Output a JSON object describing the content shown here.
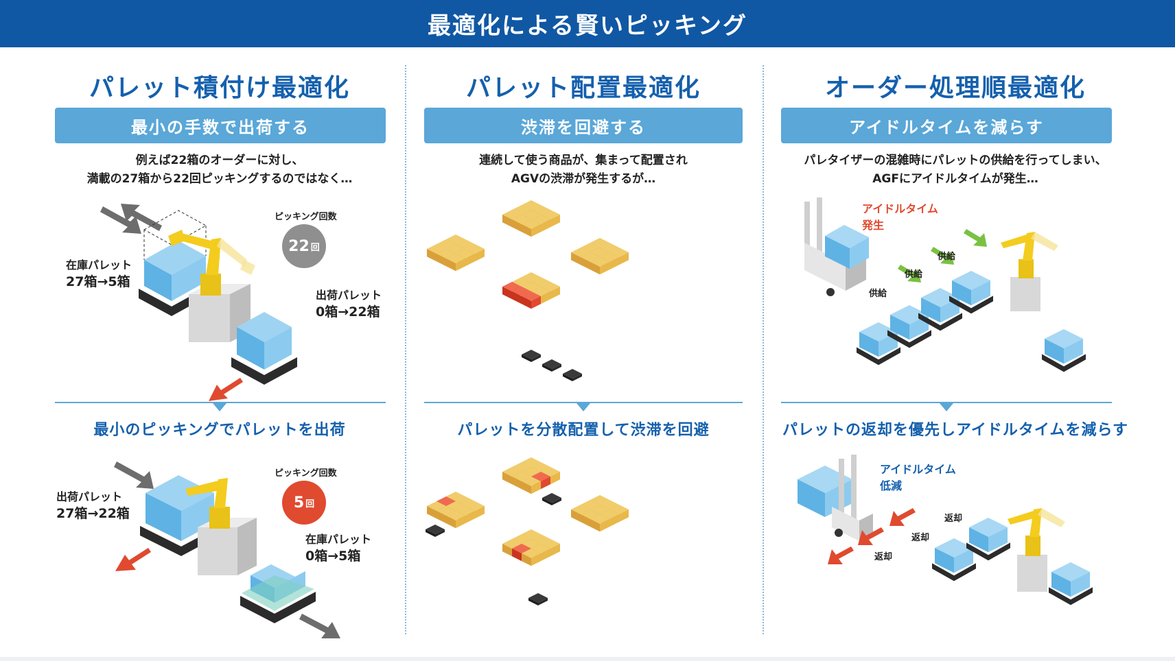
{
  "header": {
    "title": "最適化による賢いピッキング"
  },
  "columns": [
    {
      "title": "パレット積付け最適化",
      "subtitle": "最小の手数で出荷する",
      "desc_line1": "例えば22箱のオーダーに対し、",
      "desc_line2": "満載の27箱から22回ピッキングするのではなく…",
      "top_stock_label": "在庫パレット",
      "top_stock_count": "27箱→5箱",
      "top_ship_label": "出荷パレット",
      "top_ship_count": "0箱→22箱",
      "top_picking_label": "ピッキング回数",
      "top_picking_value": "22",
      "top_picking_unit": "回",
      "result": "最小のピッキングでパレットを出荷",
      "bottom_ship_label": "出荷パレット",
      "bottom_ship_count": "27箱→22箱",
      "bottom_stock_label": "在庫パレット",
      "bottom_stock_count": "0箱→5箱",
      "bottom_picking_label": "ピッキング回数",
      "bottom_picking_value": "5",
      "bottom_picking_unit": "回"
    },
    {
      "title": "パレット配置最適化",
      "subtitle": "渋滞を回避する",
      "desc_line1": "連続して使う商品が、集まって配置され",
      "desc_line2": "AGVの渋滞が発生するが…",
      "result": "パレットを分散配置して渋滞を回避"
    },
    {
      "title": "オーダー処理順最適化",
      "subtitle": "アイドルタイムを減らす",
      "desc_line1": "パレタイザーの混雑時にパレットの供給を行ってしまい、",
      "desc_line2": "AGFにアイドルタイムが発生…",
      "top_idle_line1": "アイドルタイム",
      "top_idle_line2": "発生",
      "supply_label": "供給",
      "result": "パレットの返却を優先しアイドルタイムを減らす",
      "bottom_idle_line1": "アイドルタイム",
      "bottom_idle_line2": "低減",
      "return_label": "返却"
    }
  ],
  "colors": {
    "header_bg": "#1058a4",
    "title": "#1560ad",
    "subbar": "#5aa7d8",
    "red": "#e04a2f",
    "gray_circle": "#8f8f8f",
    "box_blue": "#6bbbe8",
    "box_yellow": "#e8b84a",
    "robot_yellow": "#f3cc1e"
  }
}
